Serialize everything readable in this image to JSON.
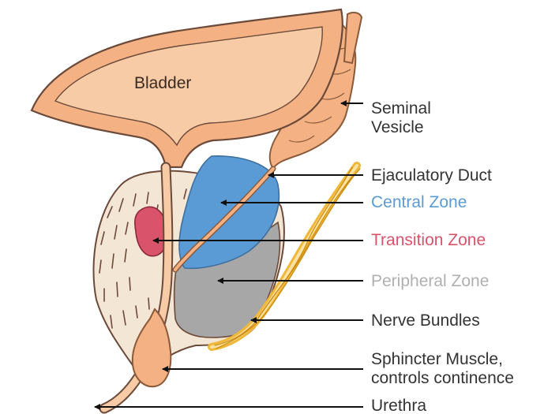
{
  "diagram": {
    "bladder_label": "Bladder",
    "labels": {
      "seminal_vesicle": {
        "line1": "Seminal",
        "line2": "Vesicle"
      },
      "ejaculatory_duct": "Ejaculatory Duct",
      "central_zone": "Central Zone",
      "transition_zone": "Transition Zone",
      "peripheral_zone": "Peripheral Zone",
      "nerve_bundles": "Nerve Bundles",
      "sphincter": {
        "line1": "Sphincter Muscle,",
        "line2": "controls continence"
      },
      "urethra": "Urethra"
    },
    "colors": {
      "central_zone": "#5b9bd5",
      "transition_zone": "#d9536a",
      "peripheral_zone": "#b0b0b0",
      "nerve_bundles": "#f0b83a",
      "tissue": "#f4b183",
      "tissue_light": "#f7cba5",
      "gland_body": "#f4e6d5",
      "label_text": "#333333"
    }
  }
}
